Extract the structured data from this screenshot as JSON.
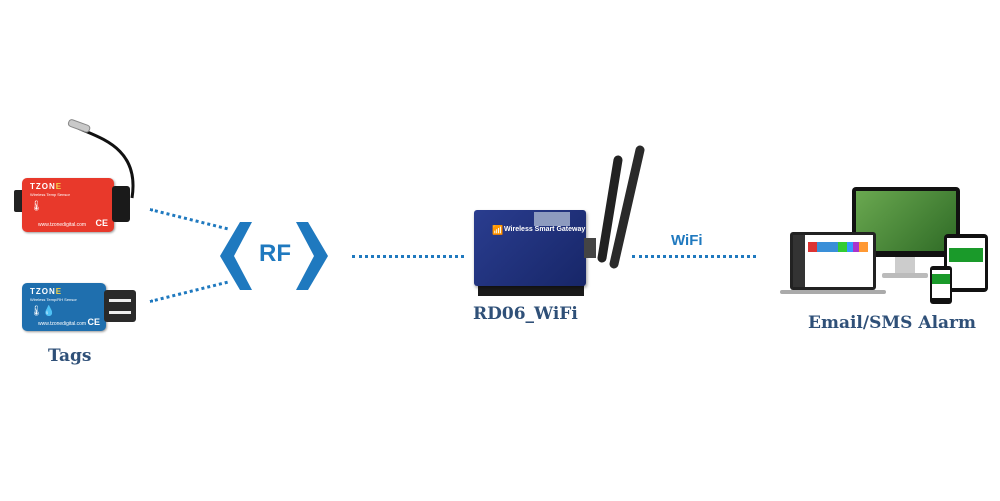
{
  "diagram": {
    "nodes": {
      "tags": {
        "label": "Tags",
        "sensor_temp": {
          "brand_prefix": "TZON",
          "brand_suffix": "E",
          "model": "Wireless Temp Sensor",
          "url": "www.tzonedigital.com",
          "mark": "CE",
          "color": "#e8392b"
        },
        "sensor_temp_rh": {
          "brand_prefix": "TZON",
          "brand_suffix": "E",
          "model": "Wireless Temp/RH Sensor",
          "url": "www.tzonedigital.com",
          "mark": "CE",
          "color": "#1f6fae"
        }
      },
      "rf": {
        "label": "RF",
        "color": "#1f79bf"
      },
      "gateway": {
        "label": "RD06_WiFi",
        "device_text": "Wireless Smart Gateway",
        "color": "#1e2f7a"
      },
      "wifi": {
        "label": "WiFi",
        "color": "#1f79bf"
      },
      "alarm": {
        "label": "Email/SMS Alarm"
      }
    },
    "edges": [
      {
        "from": "sensor_temp",
        "to": "rf",
        "style": "dotted"
      },
      {
        "from": "sensor_temp_rh",
        "to": "rf",
        "style": "dotted"
      },
      {
        "from": "rf",
        "to": "gateway",
        "style": "dotted"
      },
      {
        "from": "gateway",
        "to": "alarm",
        "style": "dotted",
        "label": "WiFi"
      }
    ]
  }
}
